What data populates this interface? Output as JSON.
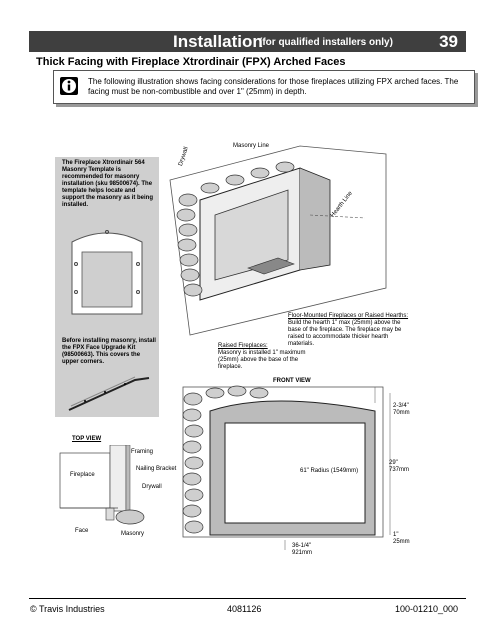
{
  "header": {
    "title": "Installation",
    "subtitle": "(for qualified installers only)",
    "page_number": "39"
  },
  "section_title": "Thick Facing with Fireplace Xtrordinair (FPX) Arched Faces",
  "info_text": "The following illustration shows facing considerations for those fireplaces utilizing FPX arched faces. The facing must be non-combustible and over 1\" (25mm) in depth.",
  "labels": {
    "masonry_line": "Masonry Line",
    "drywall": "Drywall",
    "hearth_line": "Hearth Line",
    "template_note": "The Fireplace Xtrordinair 564 Masonry Template is recommended for masonry installation (sku 98500674). The template helps locate and support the masonry  as it being installed.",
    "upgrade_note": "Before installing masonry, install the FPX Face Upgrade Kit (98500663). This covers the upper corners.",
    "raised_title": "Raised Fireplaces:",
    "raised_text": "Masonry is installed 1\" maximum (25mm) above the base of the fireplace.",
    "floor_title": "Floor-Mounted Fireplaces or Raised Hearths:",
    "floor_text": "Build the hearth 1\" max (25mm) above the  base of the fireplace.  The fireplace may be raised to accommodate thicker hearth materials.",
    "front_view": "FRONT VIEW",
    "top_view": "TOP VIEW",
    "framing": "Framing",
    "nailing_bracket": "Nailing Bracket",
    "drywall2": "Drywall",
    "fireplace": "Fireplace",
    "face": "Face",
    "masonry": "Masonry",
    "dim_top_a": "2-3/4\"",
    "dim_top_b": "70mm",
    "dim_h_a": "29\"",
    "dim_h_b": "737mm",
    "radius": "61\" Radius (1549mm)",
    "dim_bot_a": "1\"",
    "dim_bot_b": "25mm",
    "dim_w_a": "36-1/4\"",
    "dim_w_b": "921mm"
  },
  "footer": {
    "left": "© Travis Industries",
    "center": "4081126",
    "right": "100-01210_000"
  }
}
